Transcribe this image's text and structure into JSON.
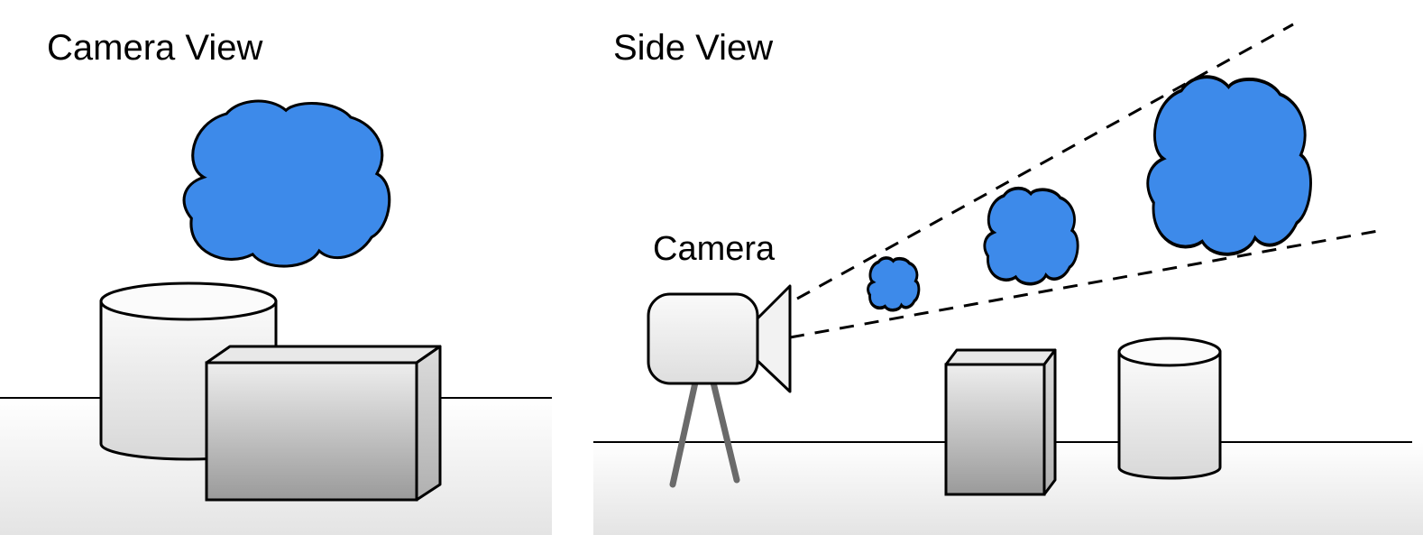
{
  "panels": {
    "left": {
      "title": "Camera View"
    },
    "right": {
      "title": "Side View",
      "camera_label": "Camera"
    }
  },
  "colors": {
    "cloud": "#3d8aea",
    "outline": "#000000",
    "box_light": "#ededed",
    "box_dark": "#9a9a9a",
    "cylinder_light": "#fafafa",
    "cylinder_dark": "#d9d9d9",
    "ground_top": "#ffffff",
    "ground_bottom": "#e6e6e6",
    "tripod": "#6a6a6a"
  },
  "icons": {
    "cloud": "cloud-icon",
    "camera": "video-camera-icon"
  }
}
